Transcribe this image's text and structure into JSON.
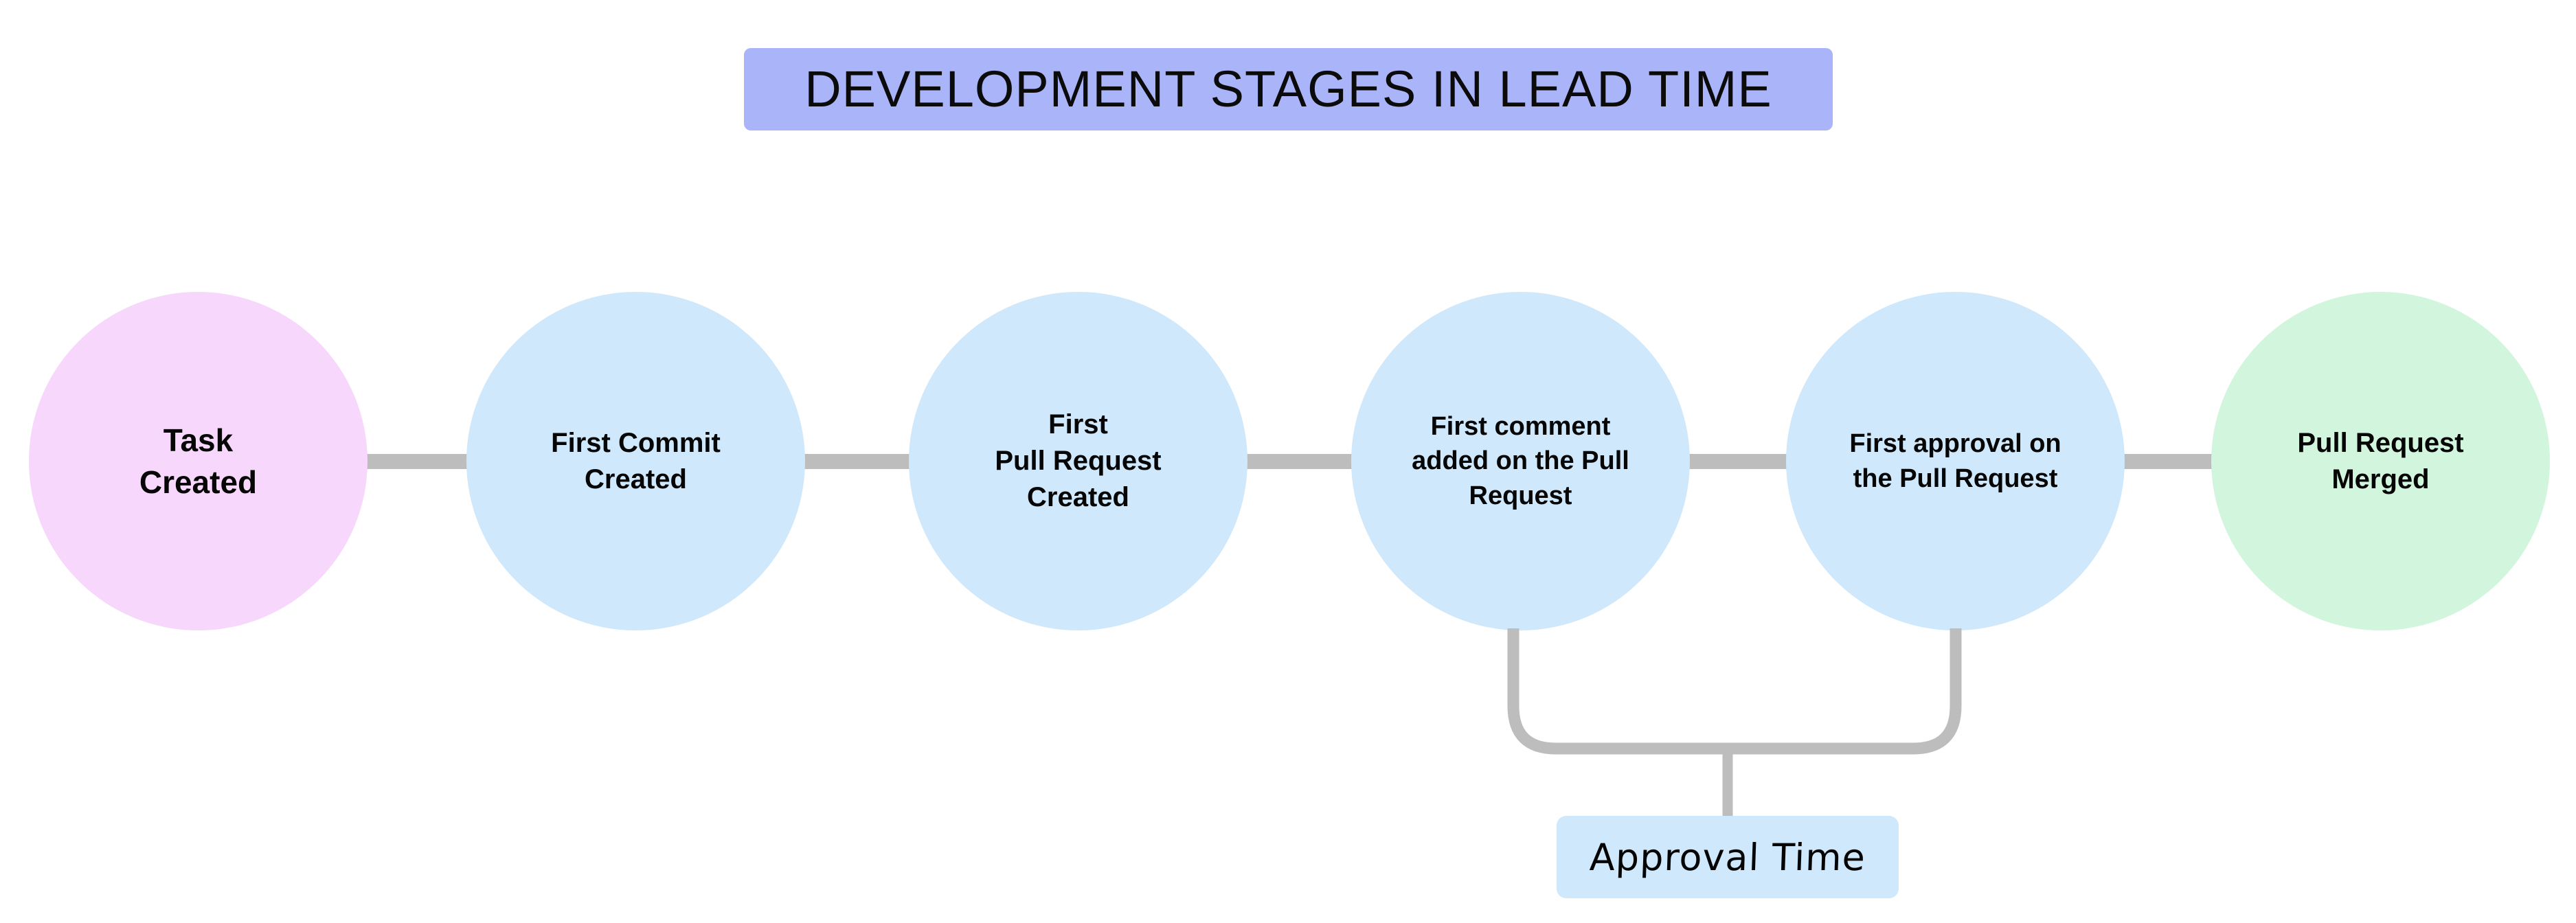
{
  "diagram": {
    "title": "DEVELOPMENT STAGES IN LEAD TIME",
    "title_background": "#aab4f8",
    "background": "#ffffff",
    "connector_color": "#bdbdbd",
    "stages": [
      {
        "id": "task-created",
        "label": "Task\nCreated",
        "color": "#f7d7fb",
        "text_size": "lg"
      },
      {
        "id": "first-commit-created",
        "label": "First Commit\nCreated",
        "color": "#cfe8fc",
        "text_size": "md"
      },
      {
        "id": "first-pull-request-created",
        "label": "First\nPull Request\nCreated",
        "color": "#cfe8fc",
        "text_size": "md"
      },
      {
        "id": "first-comment-on-pull-request",
        "label": "First comment\nadded on the Pull\nRequest",
        "color": "#cfe8fc",
        "text_size": "sm"
      },
      {
        "id": "first-approval-on-pull-request",
        "label": "First approval on\nthe Pull Request",
        "color": "#cfe8fc",
        "text_size": "sm"
      },
      {
        "id": "pull-request-merged",
        "label": "Pull Request\nMerged",
        "color": "#d2f5dd",
        "text_size": "md"
      }
    ],
    "annotation": {
      "label": "Approval Time",
      "background": "#cfe8fc",
      "spans_from": "first-comment-on-pull-request",
      "spans_to": "first-approval-on-pull-request"
    }
  }
}
